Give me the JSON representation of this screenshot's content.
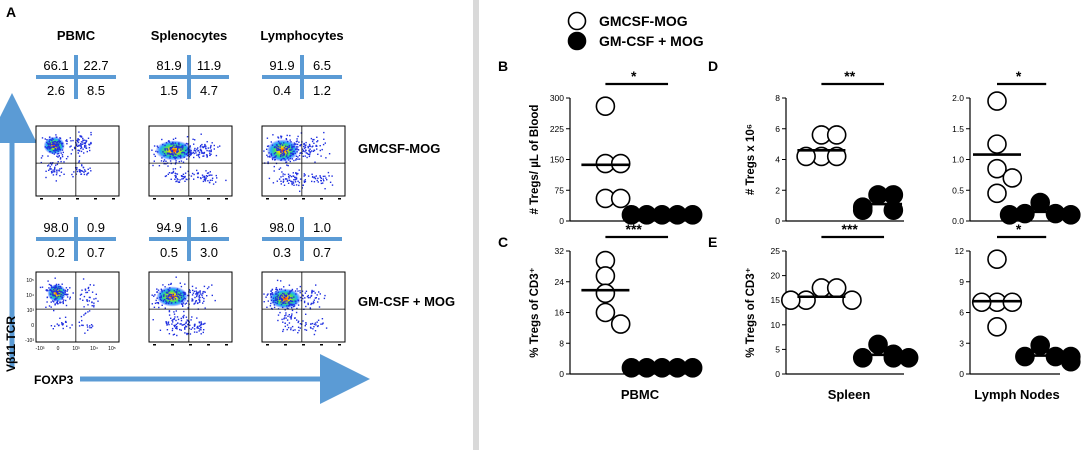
{
  "panel_a": {
    "letter": "A",
    "columns": [
      "PBMC",
      "Splenocytes",
      "Lymphocytes"
    ],
    "row_labels": [
      "GMCSF-MOG",
      "GM-CSF + MOG"
    ],
    "y_axis_label": "Vβ11 TCR",
    "x_axis_label": "FOXP3",
    "quadrants": [
      [
        {
          "tl": "66.1",
          "tr": "22.7",
          "bl": "2.6",
          "br": "8.5"
        },
        {
          "tl": "81.9",
          "tr": "11.9",
          "bl": "1.5",
          "br": "4.7"
        },
        {
          "tl": "91.9",
          "tr": "6.5",
          "bl": "0.4",
          "br": "1.2"
        }
      ],
      [
        {
          "tl": "98.0",
          "tr": "0.9",
          "bl": "0.2",
          "br": "0.7"
        },
        {
          "tl": "94.9",
          "tr": "1.6",
          "bl": "0.5",
          "br": "3.0"
        },
        {
          "tl": "98.0",
          "tr": "1.0",
          "bl": "0.3",
          "br": "0.7"
        }
      ]
    ],
    "flow_tick_labels": {
      "y": [
        "10⁵",
        "10⁴",
        "10³",
        "0",
        "-10³"
      ],
      "x": [
        "-10³",
        "0",
        "10³",
        "10⁴",
        "10⁵"
      ]
    },
    "colors": {
      "arrow": "#5b9bd5",
      "cross": "#5b9bd5"
    }
  },
  "legend": {
    "entries": [
      {
        "label": "GMCSF-MOG",
        "fill": "#ffffff"
      },
      {
        "label": "GM-CSF + MOG",
        "fill": "#000000"
      }
    ]
  },
  "column_labels": [
    "PBMC",
    "Spleen",
    "Lymph Nodes"
  ],
  "chart_data": [
    {
      "type": "scatter",
      "panel": "B",
      "title": "",
      "ylabel": "# Tregs/ µL of Blood",
      "ylim": [
        0,
        300
      ],
      "yticks": [
        "0",
        "75",
        "150",
        "225",
        "300"
      ],
      "significance": "*",
      "series": [
        {
          "name": "GMCSF-MOG",
          "values": [
            280,
            140,
            140,
            55,
            55
          ],
          "mean": 137
        },
        {
          "name": "GM-CSF + MOG",
          "values": [
            15,
            15,
            15,
            15,
            15
          ],
          "mean": 15
        }
      ]
    },
    {
      "type": "scatter",
      "panel": "C",
      "title": "",
      "ylabel": "% Tregs of CD3⁺",
      "ylim": [
        0,
        32
      ],
      "yticks": [
        "0",
        "8",
        "16",
        "24",
        "32"
      ],
      "significance": "***",
      "series": [
        {
          "name": "GMCSF-MOG",
          "values": [
            29.5,
            25.5,
            21,
            16,
            13
          ],
          "mean": 21.8
        },
        {
          "name": "GM-CSF + MOG",
          "values": [
            1.6,
            1.6,
            1.6,
            1.6,
            1.6
          ],
          "mean": 1.8
        }
      ]
    },
    {
      "type": "scatter",
      "panel": "D",
      "title": "",
      "ylabel": "# Tregs x 10⁶",
      "ylim": [
        0,
        8
      ],
      "yticks": [
        "0",
        "2",
        "4",
        "6",
        "8"
      ],
      "significance": "**",
      "series": [
        {
          "name": "GMCSF-MOG",
          "values": [
            5.6,
            5.6,
            4.2,
            4.2,
            4.2
          ],
          "mean": 4.6
        },
        {
          "name": "GM-CSF + MOG",
          "values": [
            1.7,
            1.7,
            0.9,
            0.7,
            0.7
          ],
          "mean": 1.1
        }
      ]
    },
    {
      "type": "scatter",
      "panel": "D2",
      "title": "",
      "ylabel": "",
      "ylim": [
        0,
        2.0
      ],
      "yticks": [
        "0.0",
        "0.5",
        "1.0",
        "1.5",
        "2.0"
      ],
      "significance": "*",
      "series": [
        {
          "name": "GMCSF-MOG",
          "values": [
            1.95,
            1.25,
            0.85,
            0.7,
            0.45
          ],
          "mean": 1.08
        },
        {
          "name": "GM-CSF + MOG",
          "values": [
            0.3,
            0.12,
            0.12,
            0.1,
            0.1
          ],
          "mean": 0.15
        }
      ]
    },
    {
      "type": "scatter",
      "panel": "E",
      "title": "",
      "ylabel": "% Tregs of CD3⁺",
      "ylim": [
        0,
        25
      ],
      "yticks": [
        "0",
        "5",
        "10",
        "15",
        "20",
        "25"
      ],
      "significance": "***",
      "series": [
        {
          "name": "GMCSF-MOG",
          "values": [
            17.5,
            17.5,
            15,
            15,
            15
          ],
          "mean": 15.7
        },
        {
          "name": "GM-CSF + MOG",
          "values": [
            6,
            4,
            3.3,
            3.3,
            3.3
          ],
          "mean": 3.9
        }
      ]
    },
    {
      "type": "scatter",
      "panel": "E2",
      "title": "",
      "ylabel": "",
      "ylim": [
        0,
        12
      ],
      "yticks": [
        "0",
        "3",
        "6",
        "9",
        "12"
      ],
      "significance": "*",
      "series": [
        {
          "name": "GMCSF-MOG",
          "values": [
            11.2,
            7,
            7,
            7,
            4.6
          ],
          "mean": 7.1
        },
        {
          "name": "GM-CSF + MOG",
          "values": [
            2.8,
            1.7,
            1.7,
            1.7,
            1.2
          ],
          "mean": 1.8
        }
      ]
    }
  ]
}
